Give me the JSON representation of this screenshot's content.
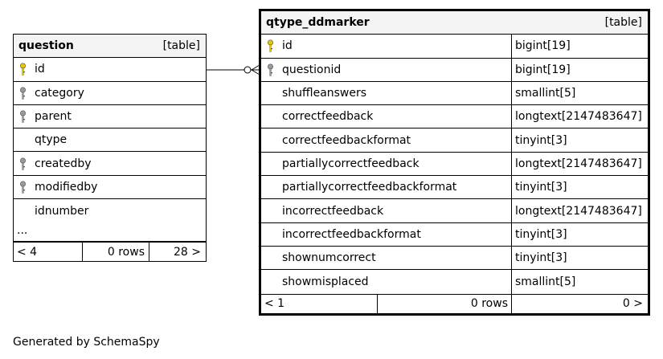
{
  "left_table": {
    "name": "question",
    "kind": "[table]",
    "columns": [
      {
        "name": "id",
        "key": "primary"
      },
      {
        "name": "category",
        "key": "foreign"
      },
      {
        "name": "parent",
        "key": "foreign"
      },
      {
        "name": "qtype",
        "key": "none"
      },
      {
        "name": "createdby",
        "key": "foreign"
      },
      {
        "name": "modifiedby",
        "key": "foreign"
      },
      {
        "name": "idnumber",
        "key": "none"
      }
    ],
    "ellipsis": "...",
    "footer": {
      "parents": "< 4",
      "rows": "0 rows",
      "children": "28 >"
    }
  },
  "right_table": {
    "name": "qtype_ddmarker",
    "kind": "[table]",
    "columns": [
      {
        "name": "id",
        "type": "bigint[19]",
        "key": "primary"
      },
      {
        "name": "questionid",
        "type": "bigint[19]",
        "key": "foreign"
      },
      {
        "name": "shuffleanswers",
        "type": "smallint[5]",
        "key": "none"
      },
      {
        "name": "correctfeedback",
        "type": "longtext[2147483647]",
        "key": "none"
      },
      {
        "name": "correctfeedbackformat",
        "type": "tinyint[3]",
        "key": "none"
      },
      {
        "name": "partiallycorrectfeedback",
        "type": "longtext[2147483647]",
        "key": "none"
      },
      {
        "name": "partiallycorrectfeedbackformat",
        "type": "tinyint[3]",
        "key": "none"
      },
      {
        "name": "incorrectfeedback",
        "type": "longtext[2147483647]",
        "key": "none"
      },
      {
        "name": "incorrectfeedbackformat",
        "type": "tinyint[3]",
        "key": "none"
      },
      {
        "name": "shownumcorrect",
        "type": "tinyint[3]",
        "key": "none"
      },
      {
        "name": "showmisplaced",
        "type": "smallint[5]",
        "key": "none"
      }
    ],
    "footer": {
      "parents": "< 1",
      "rows": "0 rows",
      "children": "0 >"
    }
  },
  "key_colors": {
    "primary": "#e6c700",
    "foreign": "#9a9a9a"
  },
  "footnote": "Generated by SchemaSpy"
}
